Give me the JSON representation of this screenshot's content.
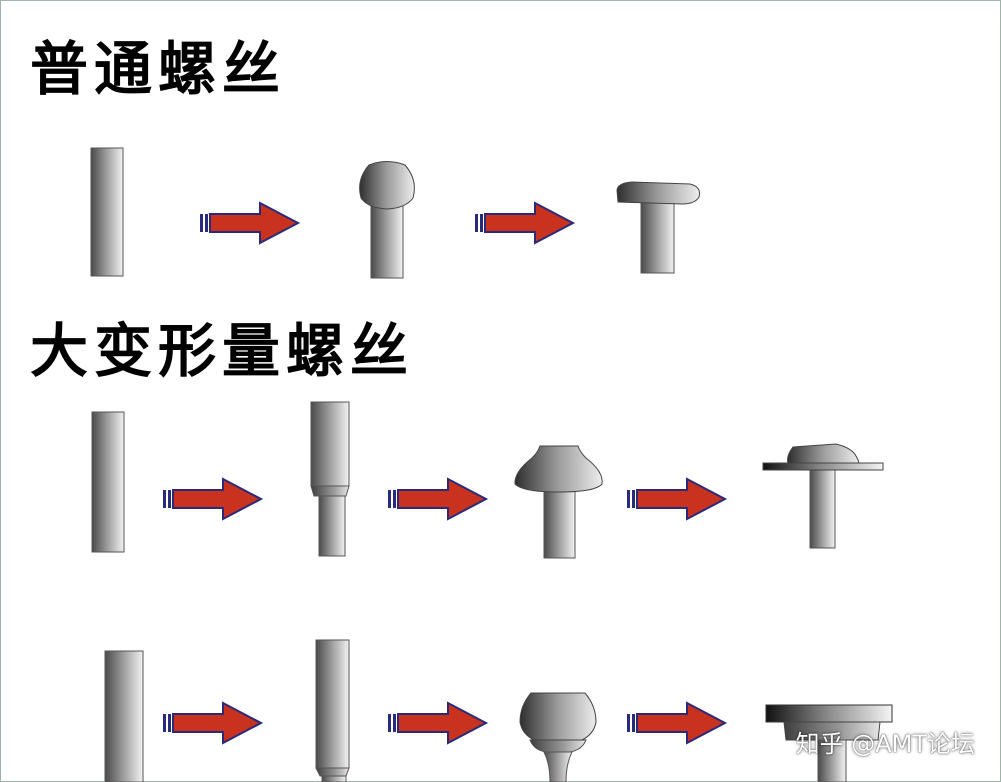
{
  "headings": {
    "normal_screw": "普通螺丝",
    "large_deformation_screw": "大变形量螺丝"
  },
  "watermark": "知乎 @AMT论坛",
  "colors": {
    "arrow_fill": "#c8321e",
    "arrow_outline": "#2a2a7a",
    "metal_dark": "#4a4a4a",
    "metal_light": "#f2f2f2"
  }
}
